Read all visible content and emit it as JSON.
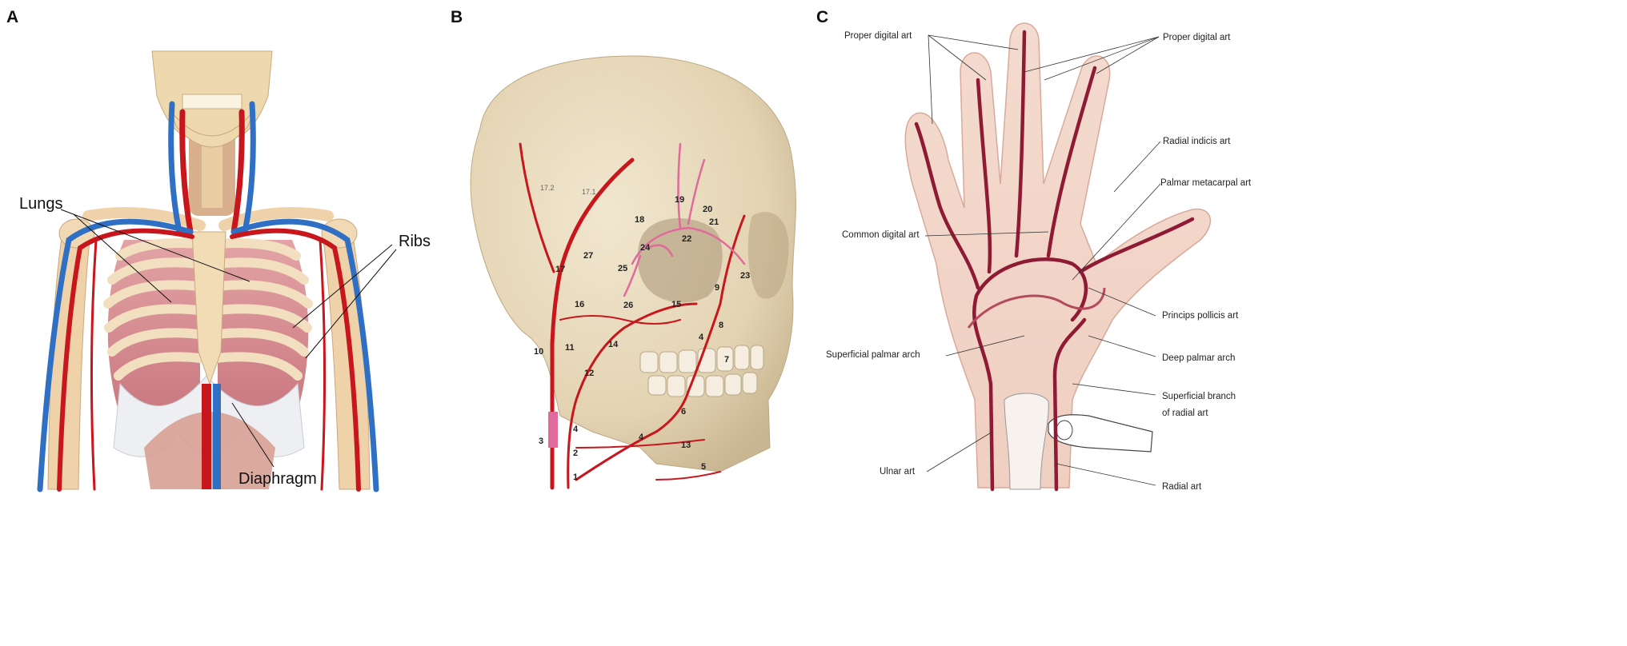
{
  "panels": {
    "a": {
      "letter": "A",
      "labels": {
        "lungs": "Lungs",
        "ribs": "Ribs",
        "diaphragm": "Diaphragm"
      }
    },
    "b": {
      "letter": "B",
      "numbers": {
        "n1": "1",
        "n2": "2",
        "n3": "3",
        "n4a": "4",
        "n4b": "4",
        "n4c": "4",
        "n5": "5",
        "n6": "6",
        "n7": "7",
        "n8": "8",
        "n9": "9",
        "n10": "10",
        "n11": "11",
        "n12": "12",
        "n13": "13",
        "n14": "14",
        "n15": "15",
        "n16": "16",
        "n17": "17",
        "n17_1": "17.1",
        "n17_2": "17.2",
        "n18": "18",
        "n19": "19",
        "n20": "20",
        "n21": "21",
        "n22": "22",
        "n23": "23",
        "n24": "24",
        "n25": "25",
        "n26": "26",
        "n27": "27"
      }
    },
    "c": {
      "letter": "C",
      "labels": {
        "proper_digital_left": "Proper digital art",
        "proper_digital_right": "Proper digital art",
        "radial_indicis": "Radial indicis art",
        "palmar_metacarpal": "Palmar metacarpal art",
        "common_digital": "Common digital art",
        "princeps_pollicis": "Princips pollicis art",
        "superficial_palmar_arch": "Superficial palmar arch",
        "deep_palmar_arch": "Deep palmar arch",
        "superficial_branch_1": "Superficial branch",
        "superficial_branch_2": "of radial art",
        "ulnar": "Ulnar art",
        "radial": "Radial art"
      }
    }
  },
  "colors": {
    "artery": "#c8161d",
    "vein": "#2f6fc4",
    "bone": "#ecd3a6",
    "lung": "#d9949a",
    "skull": "#e6d9bb",
    "skin": "#f3d9cc",
    "hand_artery": "#8e1a34",
    "pink_artery": "#e06a9c"
  }
}
